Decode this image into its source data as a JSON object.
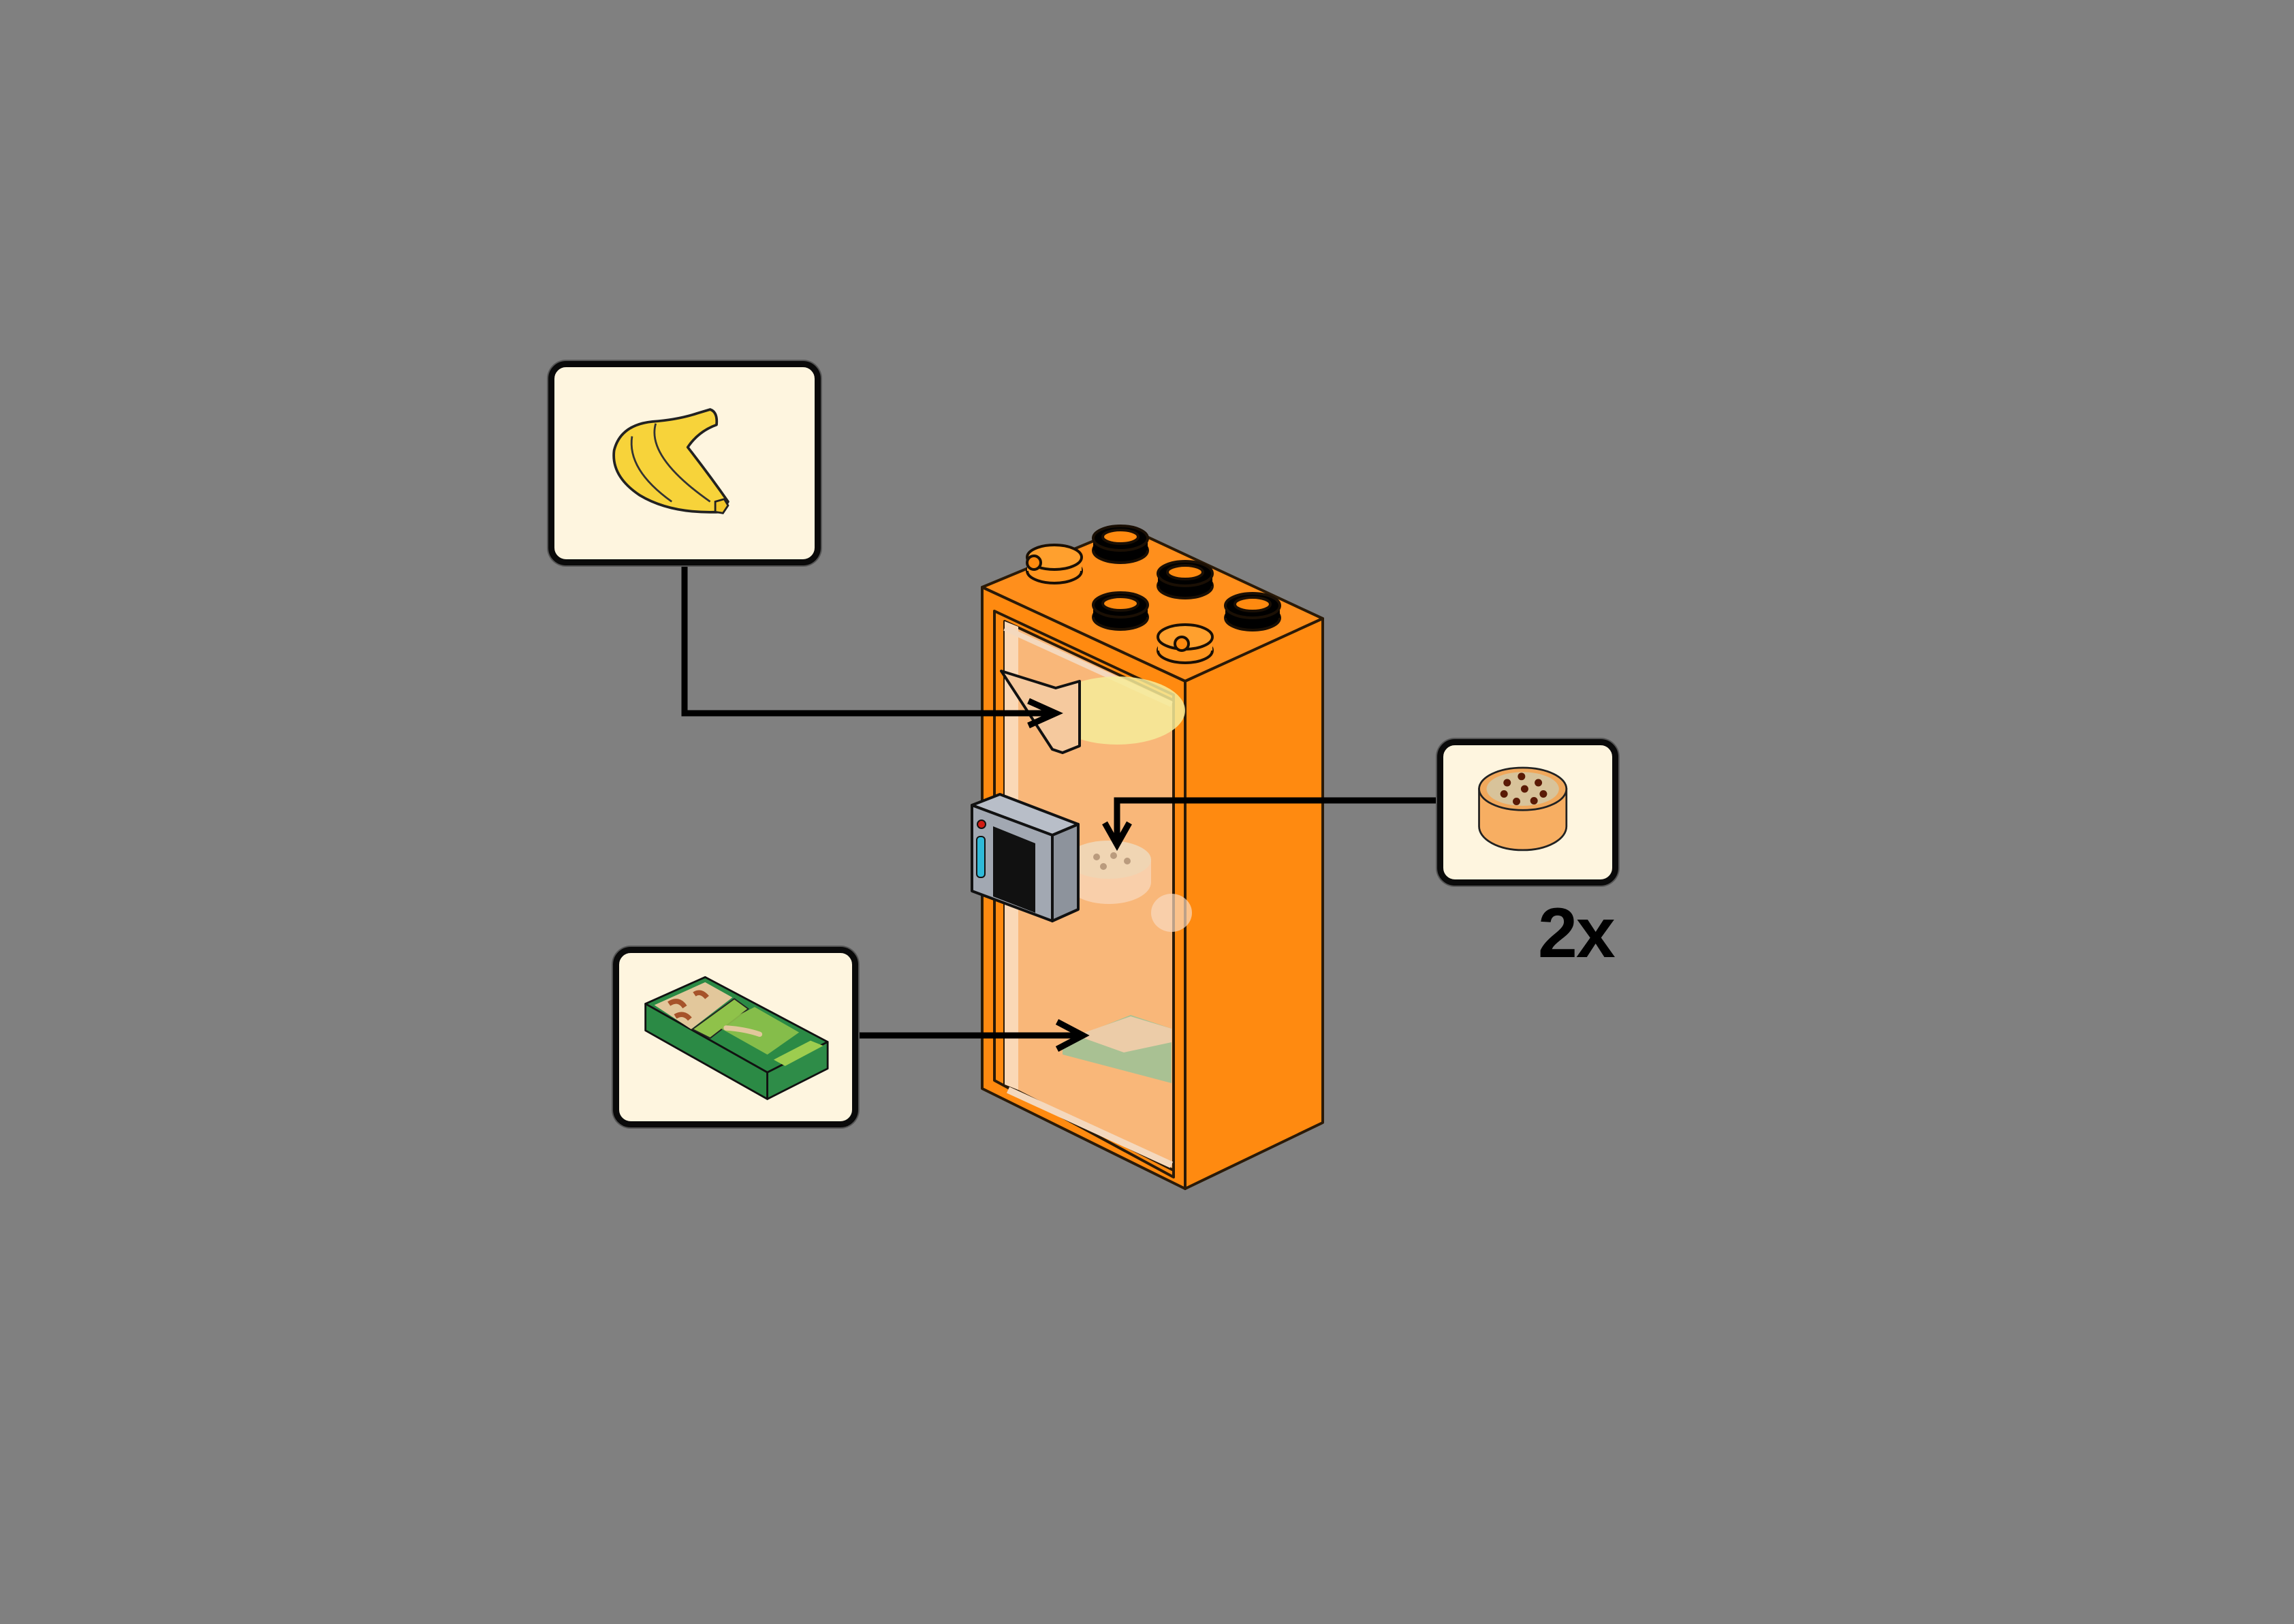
{
  "diagram": {
    "type": "building-instruction-step",
    "background_color": "#808080",
    "main_model": {
      "name": "orange-fridge-brick",
      "color": "#ff8a10",
      "features": [
        "2x4 studs top",
        "transparent door",
        "gray keypad"
      ]
    },
    "callouts": [
      {
        "id": "banana",
        "part": "yellow banana",
        "placed": "top shelf",
        "quantity": 1
      },
      {
        "id": "cookie",
        "part": "round tile with cookie print",
        "placed": "middle shelf",
        "quantity": 2
      },
      {
        "id": "granola",
        "part": "green granola bar tile",
        "placed": "bottom shelf",
        "quantity": 1
      }
    ],
    "quantity_label": "2x",
    "colors": {
      "callout_bg": "#fef5df",
      "callout_border": "#0a0a0a",
      "brick_orange": "#ff8a10",
      "keypad_gray": "#a2a8b2",
      "banana_yellow": "#f7d33a",
      "bar_green": "#2b8a45",
      "cookie_tan": "#f7ae62"
    }
  }
}
